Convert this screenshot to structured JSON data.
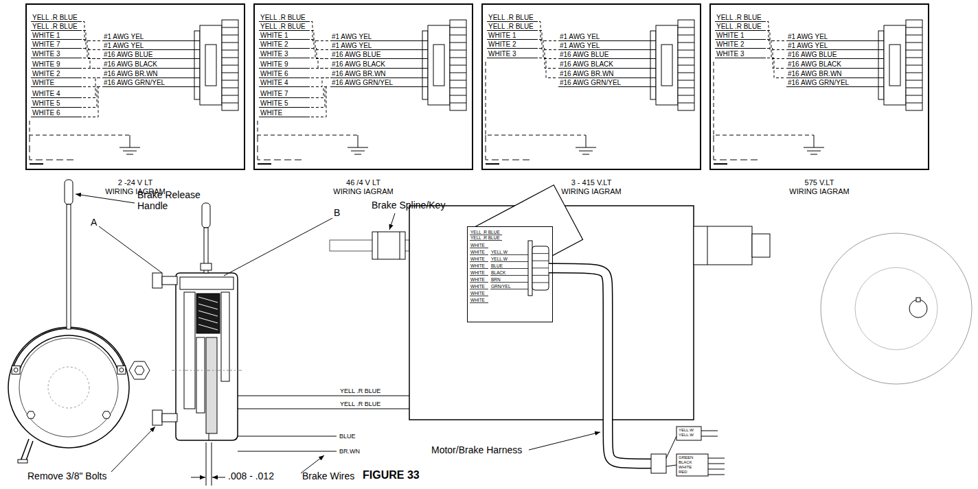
{
  "diagram": {
    "caption": "FIGURE 33",
    "nodes": [
      {
        "text": [
          "YELL .R BLUE",
          "YELL .R BLUE",
          "WHITE 1",
          "WHITE 7",
          "WHITE 3",
          "WHITE 9",
          "WHITE 2",
          "WHITE",
          "WHITE 4",
          "WHITE 5",
          "WHITE 6",
          "#1 AWG YEL",
          "#1 AWG YEL",
          "#16 AWG BLUE",
          "#16 AWG BLACK",
          "#16 AWG BR.WN",
          "#16 AWG GRN/YEL",
          "2 -24 V LT",
          "WIRING IAGRAM"
        ]
      },
      {
        "text": [
          "YELL .R BLUE",
          "YELL .R BLUE",
          "WHITE 1",
          "WHITE 2",
          "WHITE 3",
          "WHITE 9",
          "WHITE 6",
          "WHITE 4",
          "WHITE 7",
          "WHITE 5",
          "WHITE",
          "#1 AWG YEL",
          "#1 AWG YEL",
          "#16 AWG BLUE",
          "#16 AWG BLACK",
          "#16 AWG BR.WN",
          "#16 AWG GRN/YEL",
          "46 /4 V LT",
          "WIRING IAGRAM"
        ]
      },
      {
        "text": [
          "YELL .R BLUE",
          "YELL .R BLUE",
          "WHITE 1",
          "WHITE 2",
          "WHITE 3",
          "#1 AWG YEL",
          "#1 AWG YEL",
          "#16 AWG BLUE",
          "#16 AWG BLACK",
          "#16 AWG BR.WN",
          "#16 AWG GRN/YEL",
          "3 - 415 V.LT",
          "WIRING IAGRAM"
        ]
      },
      {
        "text": [
          "YELL .R BLUE",
          "YELL .R BLUE",
          "WHITE 1",
          "WHITE 2",
          "WHITE 3",
          "#1 AWG YEL",
          "#1 AWG YEL",
          "#16 AWG BLUE",
          "#16 AWG BLACK",
          "#16 AWG BR.WN",
          "#16 AWG GRN/YEL",
          "575 V.LT",
          "WIRING IAGRAM"
        ]
      },
      {
        "text": [
          "YELL .R BLUE",
          "YELL .R BLUE",
          "WHITE",
          "WHITE",
          "WHITE",
          "WHITE",
          "WHITE",
          "WHITE",
          "WHITE",
          "WHITE",
          "WHITE",
          "YELL.W",
          "YELL.W",
          "BLUE",
          "BLACK",
          "BRN",
          "GRN/YEL"
        ]
      }
    ],
    "labels": [
      "Brake Release Handle",
      "A",
      "B",
      "Brake Spline/Key",
      "YELL .R BLUE",
      "YELL .R BLUE",
      "BLUE",
      "BR.WN",
      "Remove 3/8\" Bolts",
      ".008 - .012",
      "Brake Wires",
      "Motor/Brake Harness",
      "YELL.W",
      "YELL.W",
      "GREEN",
      "BLACK",
      "WHITE",
      "RED"
    ]
  }
}
